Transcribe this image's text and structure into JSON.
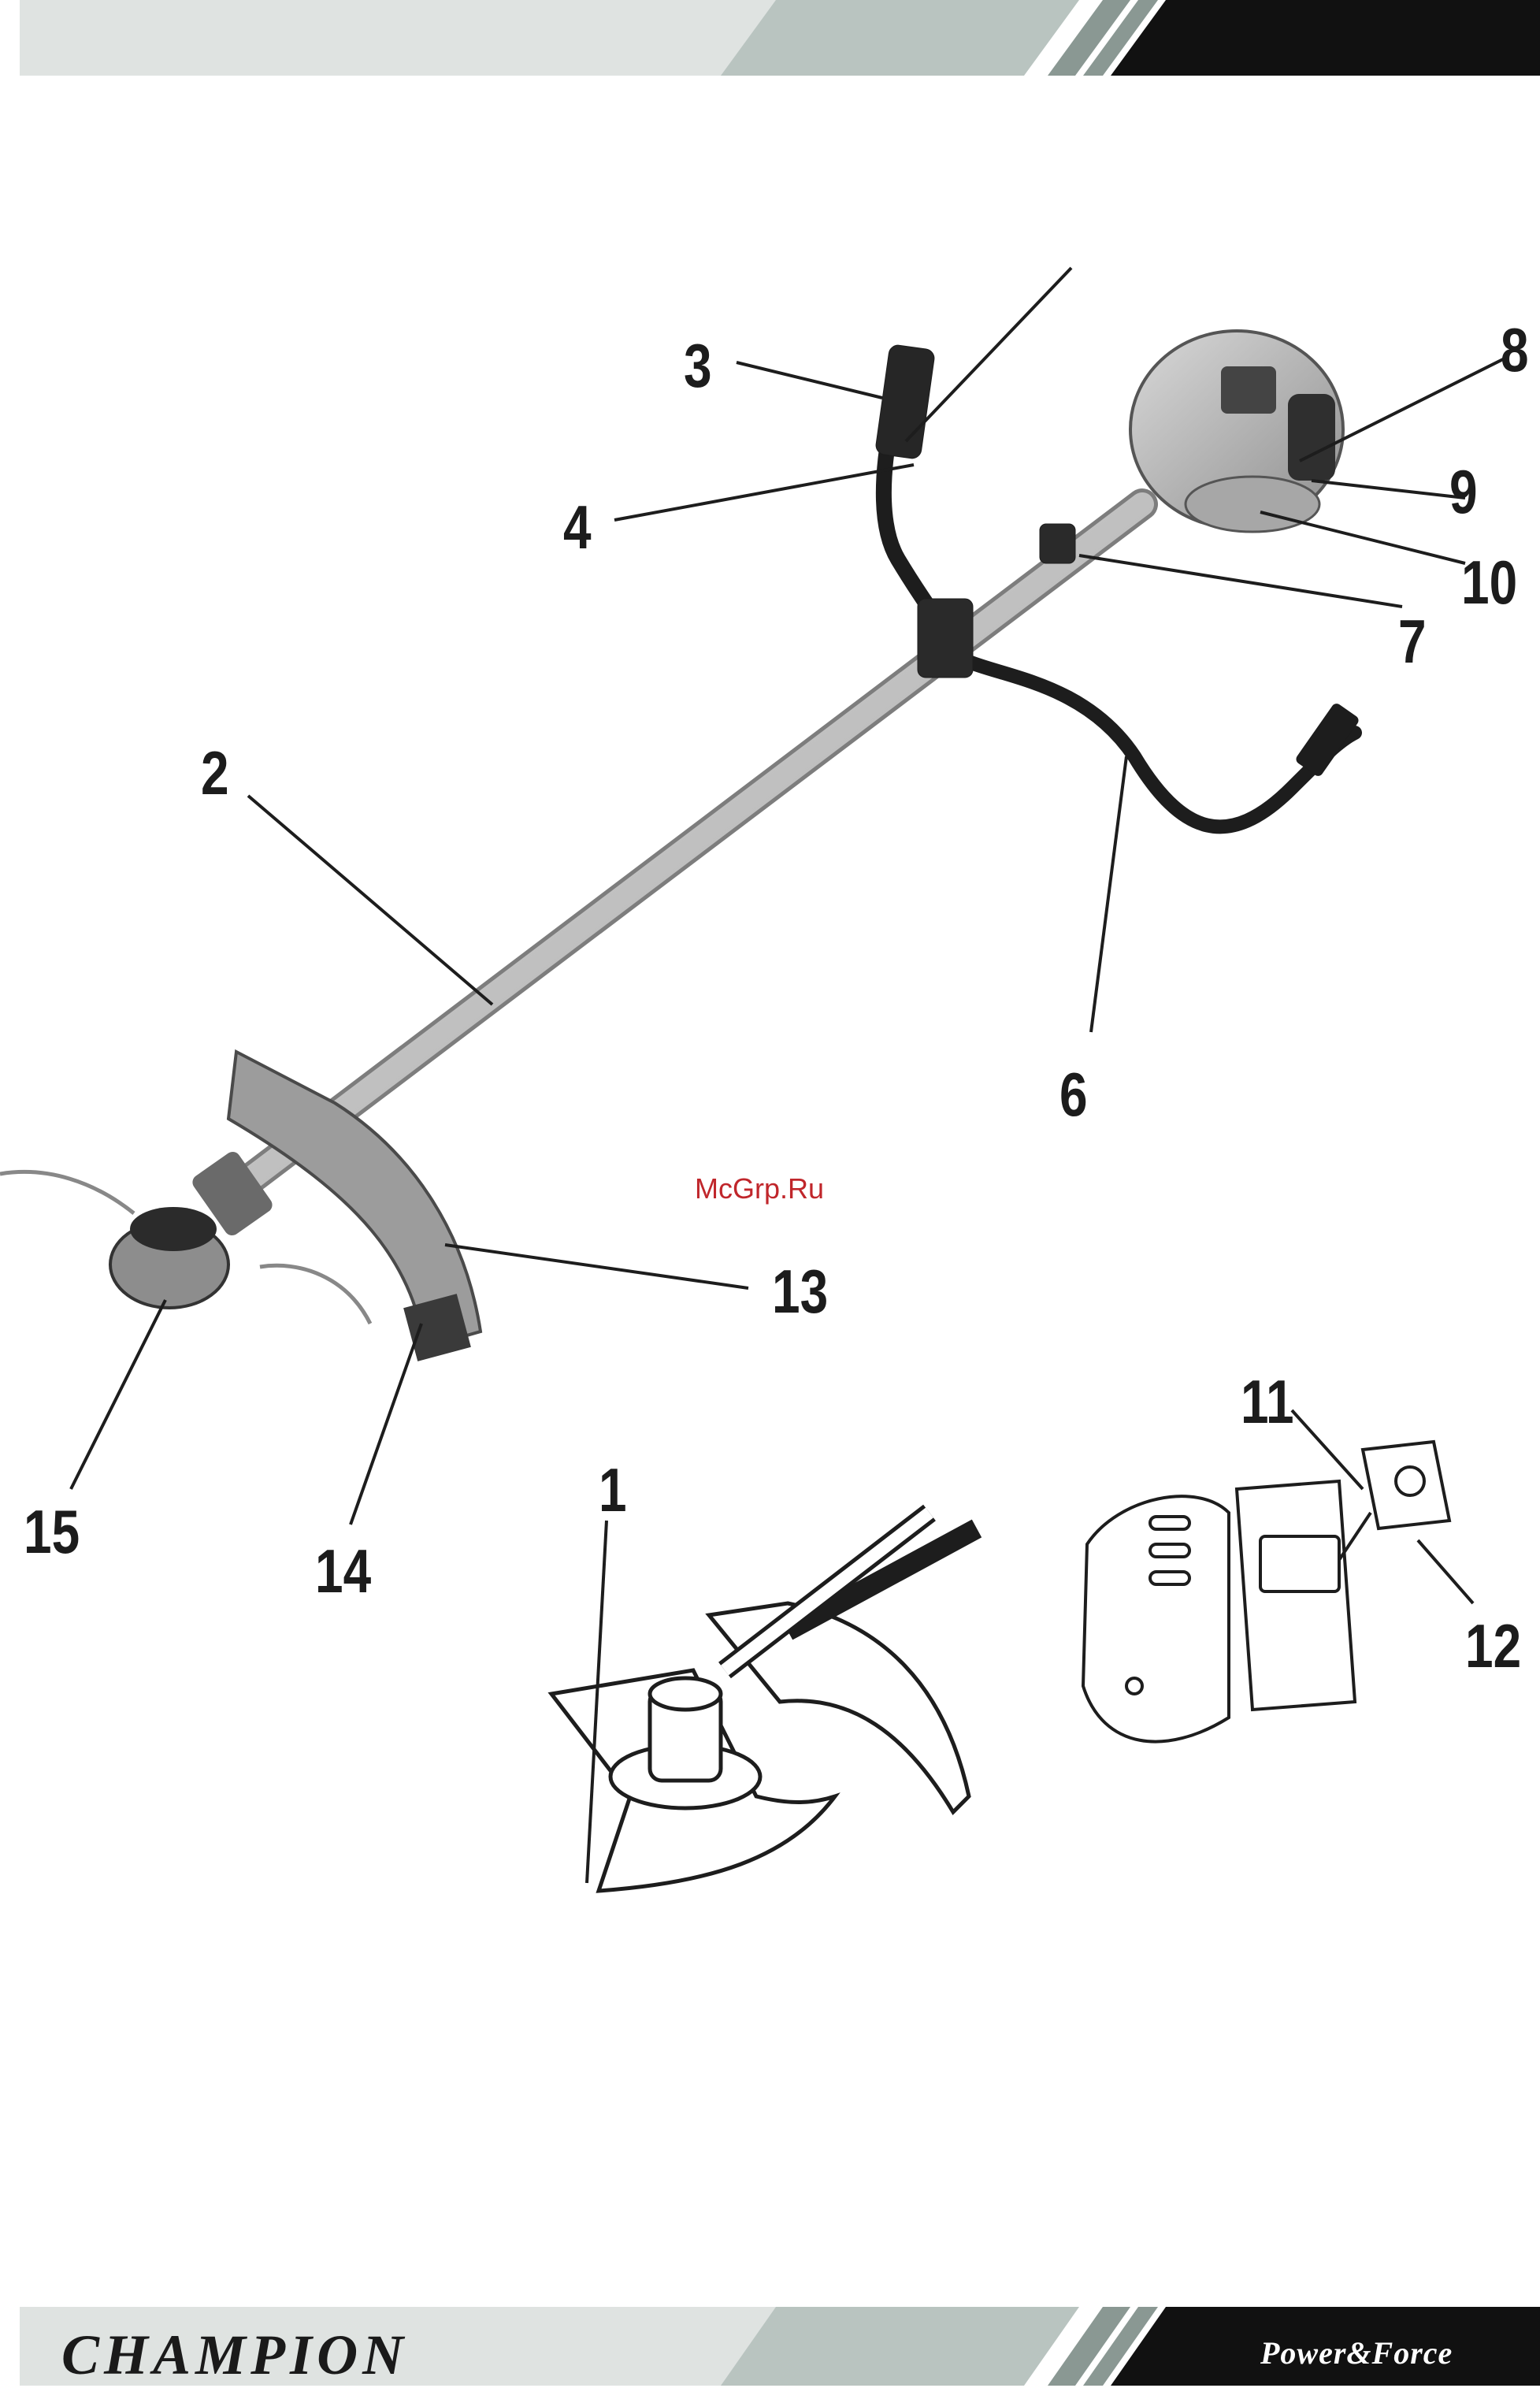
{
  "header": {
    "band_colors": [
      "#dfe3e1",
      "#b9c4c0",
      "#8a9893",
      "#111111"
    ]
  },
  "figure": {
    "callouts": [
      "1",
      "2",
      "3",
      "4",
      "6",
      "7",
      "8",
      "9",
      "10",
      "11",
      "12",
      "13",
      "14",
      "15"
    ]
  },
  "watermark": "McGrp.Ru",
  "footer": {
    "brand": "CHAMPION",
    "tagline": "Power&Force"
  }
}
